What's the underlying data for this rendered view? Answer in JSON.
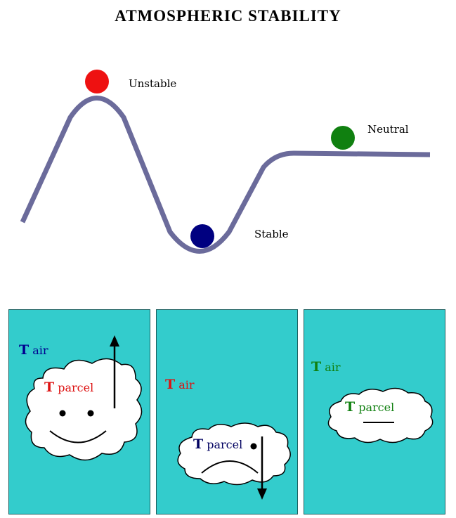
{
  "title": "ATMOSPHERIC STABILITY",
  "landscape": {
    "unstable_label": "Unstable",
    "stable_label": "Stable",
    "neutral_label": "Neutral",
    "track_color": "#6b6b9b",
    "unstable_ball_color": "#ee1111",
    "stable_ball_color": "#000080",
    "neutral_ball_color": "#108010"
  },
  "panels": [
    {
      "tair": {
        "T": "T",
        "rest": " air",
        "color": "#000090"
      },
      "tparcel": {
        "T": "T",
        "rest": " parcel",
        "color": "#dd1111"
      },
      "motion": "up",
      "face": "smile"
    },
    {
      "tair": {
        "T": "T",
        "rest": " air",
        "color": "#dd1111"
      },
      "tparcel": {
        "T": "T",
        "rest": " parcel",
        "color": "#000060"
      },
      "motion": "down",
      "face": "frown"
    },
    {
      "tair": {
        "T": "T",
        "rest": " air",
        "color": "#108010"
      },
      "tparcel": {
        "T": "T",
        "rest": " parcel",
        "color": "#108010"
      },
      "motion": "none",
      "face": "flat"
    }
  ],
  "panel_color": "#33cccc"
}
